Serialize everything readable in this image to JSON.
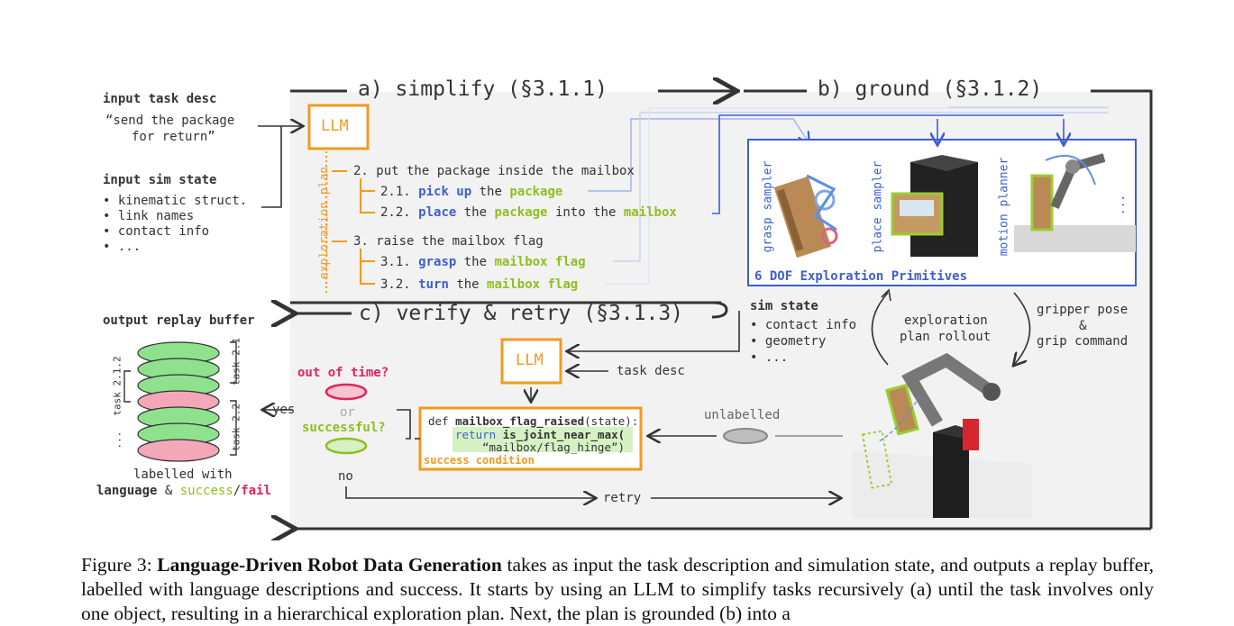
{
  "inputs": {
    "task_heading": "input task desc",
    "task_text_1": "“send the package",
    "task_text_2": "for return”",
    "sim_heading": "input sim state",
    "sim_items": [
      "• kinematic struct.",
      "• link names",
      "• contact info",
      "• ..."
    ]
  },
  "section_a": "a) simplify (§3.1.1)",
  "section_b": "b) ground (§3.1.2)",
  "section_c": "c) verify & retry (§3.1.3)",
  "llm_label": "LLM",
  "exploration_plan_label": "exploration plan",
  "plan": {
    "s2": "2. put the package inside the mailbox",
    "s21_num": "2.1.",
    "s21_verb": "pick up",
    "s21_mid": "the",
    "s21_obj": "package",
    "s22_num": "2.2.",
    "s22_verb": "place",
    "s22_mid": "the",
    "s22_obj": "package",
    "s22_mid2": "into the",
    "s22_obj2": "mailbox",
    "s3": "3. raise the mailbox flag",
    "s31_num": "3.1.",
    "s31_verb": "grasp",
    "s31_mid": "the",
    "s31_obj": "mailbox flag",
    "s32_num": "3.2.",
    "s32_verb": "turn",
    "s32_mid": "the",
    "s32_obj": "mailbox flag"
  },
  "primitives": {
    "grasp": "grasp sampler",
    "place": "place sampler",
    "motion": "motion planner",
    "dots": "...",
    "title": "6 DOF Exploration Primitives"
  },
  "rollout": {
    "sim_heading": "sim state",
    "sim_items": [
      "• contact info",
      "• geometry",
      "• ..."
    ],
    "center_1": "exploration",
    "center_2": "plan rollout",
    "right_1": "gripper pose",
    "right_2": "&",
    "right_3": "grip command"
  },
  "verify": {
    "task_desc": "task desc",
    "out_of_time": "out of time?",
    "or": "or",
    "successful": "successful?",
    "yes": "yes",
    "no": "no",
    "unlabelled": "unlabelled",
    "retry": "retry",
    "code_def": "def",
    "code_fn": "mailbox_flag_raised",
    "code_arg": "(state):",
    "code_ret": "return",
    "code_call": "is_joint_near_max(",
    "code_str": "“mailbox/flag_hinge”)",
    "success_condition": "success condition"
  },
  "buffer": {
    "heading": "output replay buffer",
    "task21": "task 2.1",
    "task212": "task 2.1.2",
    "task22": "task 2.2",
    "dots": "...",
    "labelled_1": "labelled with",
    "lang": "language",
    "amp": "&",
    "success": "success",
    "slash": "/",
    "fail": "fail"
  },
  "caption": {
    "label": "Figure 3:",
    "bold": "Language-Driven Robot Data Generation",
    "line1": "takes as input the task description and simulation state, and outputs",
    "line2": "a replay buffer, labelled with language descriptions and success. It starts by using an LLM to simplify tasks recursively (a)",
    "line3": "until the task involves only one object, resulting in a hierarchical exploration plan. Next, the plan is grounded (b) into a"
  },
  "colors": {
    "blue": "#3d5fcf",
    "green": "#8fbf1f",
    "red": "#e0245e",
    "orange": "#f39a1e",
    "panel": "#f2f2f2",
    "dark": "#333333"
  }
}
